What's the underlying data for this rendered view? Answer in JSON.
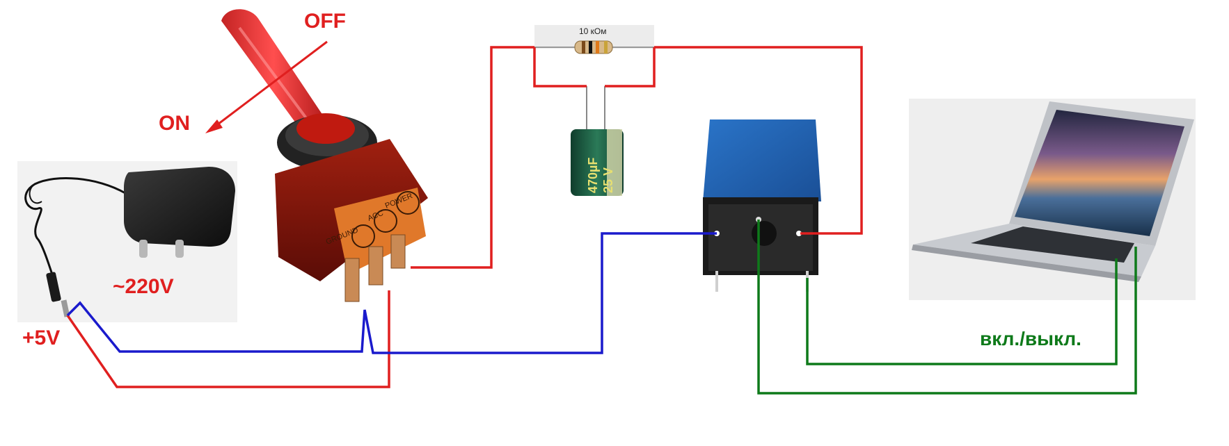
{
  "labels": {
    "off": "OFF",
    "on": "ON",
    "mains": "~220V",
    "plus5v": "+5V",
    "resistor": "10 кОм",
    "toggle": "вкл./выкл."
  },
  "capacitor": {
    "line1": "470µF",
    "line2": "25 V"
  },
  "switch_markings": {
    "ground": "GROUND",
    "acc": "ACC",
    "power": "POWER"
  },
  "colors": {
    "positive": "#e01f1f",
    "negative": "#1a1acc",
    "signal": "#0e7a1a",
    "label_red": "#e01f1f",
    "label_green": "#0e7a1a"
  }
}
